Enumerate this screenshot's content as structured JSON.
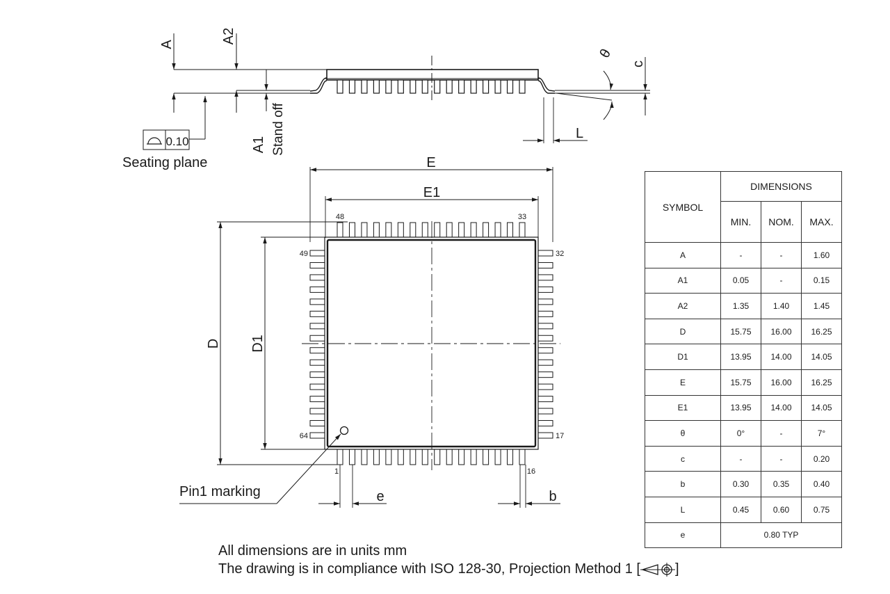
{
  "labels": {
    "A": "A",
    "A2": "A2",
    "A1": "A1",
    "stand_off": "Stand off",
    "c": "c",
    "theta": "θ",
    "L": "L",
    "flatness_value": "0.10",
    "seating_plane": "Seating plane",
    "E": "E",
    "E1": "E1",
    "D": "D",
    "D1": "D1",
    "e": "e",
    "b": "b",
    "pin1_marking": "Pin1 marking"
  },
  "pins": {
    "p48": "48",
    "p33": "33",
    "p49": "49",
    "p32": "32",
    "p64": "64",
    "p17": "17",
    "p1": "1",
    "p16": "16"
  },
  "table": {
    "symbol_header": "SYMBOL",
    "dimensions_header": "DIMENSIONS",
    "min_header": "MIN.",
    "nom_header": "NOM.",
    "max_header": "MAX.",
    "rows": [
      {
        "symbol": "A",
        "min": "-",
        "nom": "-",
        "max": "1.60"
      },
      {
        "symbol": "A1",
        "min": "0.05",
        "nom": "-",
        "max": "0.15"
      },
      {
        "symbol": "A2",
        "min": "1.35",
        "nom": "1.40",
        "max": "1.45"
      },
      {
        "symbol": "D",
        "min": "15.75",
        "nom": "16.00",
        "max": "16.25"
      },
      {
        "symbol": "D1",
        "min": "13.95",
        "nom": "14.00",
        "max": "14.05"
      },
      {
        "symbol": "E",
        "min": "15.75",
        "nom": "16.00",
        "max": "16.25"
      },
      {
        "symbol": "E1",
        "min": "13.95",
        "nom": "14.00",
        "max": "14.05"
      },
      {
        "symbol": "θ",
        "min": "0°",
        "nom": "-",
        "max": "7°"
      },
      {
        "symbol": "c",
        "min": "-",
        "nom": "-",
        "max": "0.20"
      },
      {
        "symbol": "b",
        "min": "0.30",
        "nom": "0.35",
        "max": "0.40"
      },
      {
        "symbol": "L",
        "min": "0.45",
        "nom": "0.60",
        "max": "0.75"
      }
    ],
    "last_row": {
      "symbol": "e",
      "value": "0.80 TYP"
    }
  },
  "notes": {
    "line1": "All dimensions are in units mm",
    "line2_prefix": "The drawing is in compliance with ISO 128-30, Projection Method 1 [",
    "line2_suffix": "]"
  }
}
